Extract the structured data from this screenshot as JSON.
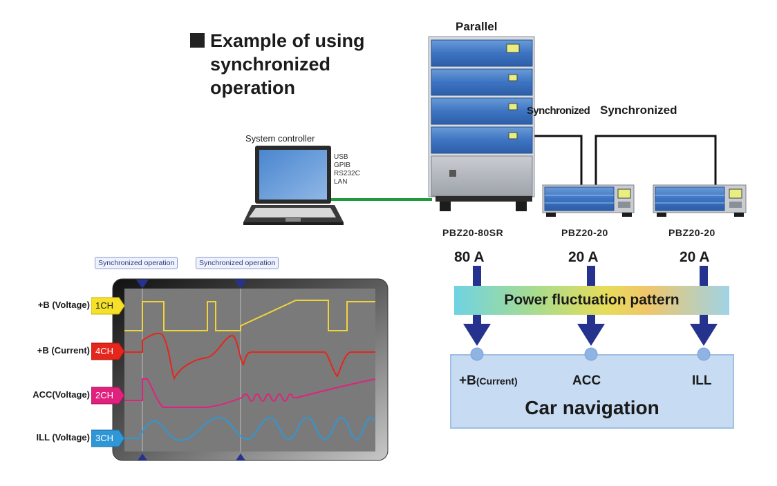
{
  "title": {
    "line1": "Example of using",
    "line2": "synchronized",
    "line3": "operation"
  },
  "top_labels": {
    "parallel": "Parallel",
    "synchronized_1": "Synchronized",
    "synchronized_2": "Synchronized"
  },
  "system_controller": {
    "label": "System controller",
    "interfaces": [
      "USB",
      "GPIB",
      "RS232C",
      "LAN"
    ]
  },
  "units": [
    {
      "model": "PBZ20-80SR",
      "current": "80 A"
    },
    {
      "model": "PBZ20-20",
      "current": "20 A"
    },
    {
      "model": "PBZ20-20",
      "current": "20 A"
    }
  ],
  "power_fluctuation": "Power fluctuation pattern",
  "car": {
    "title": "Car navigation",
    "inputs": [
      {
        "main": "+B",
        "sub": "(Current)"
      },
      {
        "main": "ACC",
        "sub": ""
      },
      {
        "main": "ILL",
        "sub": ""
      }
    ]
  },
  "scope": {
    "sync_labels": [
      "Synchronized operation",
      "Synchronized operation"
    ],
    "channels": [
      {
        "label": "+B (Voltage)",
        "tag": "1CH",
        "color": "#f5e02a",
        "text_color": "#222222"
      },
      {
        "label": "+B (Current)",
        "tag": "4CH",
        "color": "#e4261c",
        "text_color": "#ffffff"
      },
      {
        "label": "ACC(Voltage)",
        "tag": "2CH",
        "color": "#e0227e",
        "text_color": "#ffffff"
      },
      {
        "label": "ILL (Voltage)",
        "tag": "3CH",
        "color": "#2f97d6",
        "text_color": "#ffffff"
      }
    ]
  },
  "colors": {
    "arrow": "#25338f",
    "lan_cable": "#1f9a3c",
    "scope_screen": "#7a7a7a",
    "car_box": "#c7dcf3"
  }
}
